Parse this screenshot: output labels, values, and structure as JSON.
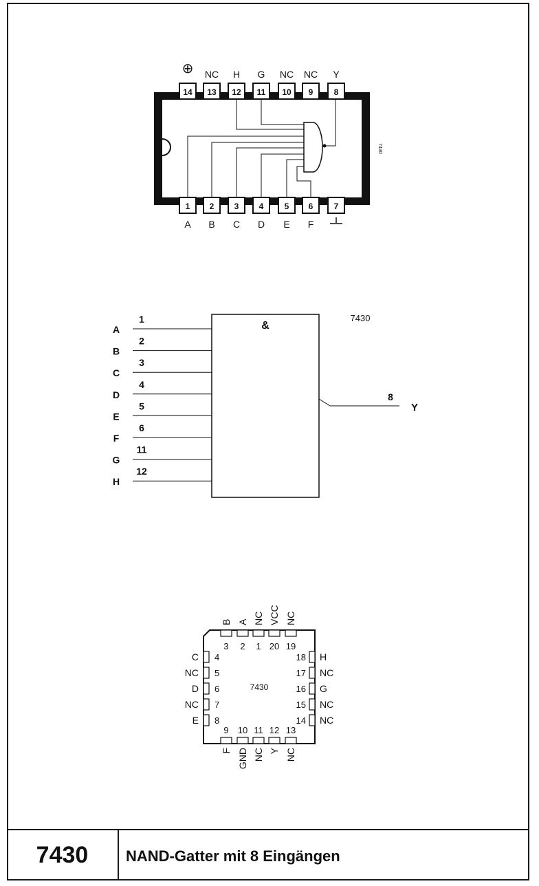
{
  "dip": {
    "chip_label": "7430",
    "power_symbol": "⊕",
    "top_pins": [
      {
        "num": "14",
        "label": ""
      },
      {
        "num": "13",
        "label": "NC"
      },
      {
        "num": "12",
        "label": "H"
      },
      {
        "num": "11",
        "label": "G"
      },
      {
        "num": "10",
        "label": "NC"
      },
      {
        "num": "9",
        "label": "NC"
      },
      {
        "num": "8",
        "label": "Y"
      }
    ],
    "bottom_pins": [
      {
        "num": "1",
        "label": "A"
      },
      {
        "num": "2",
        "label": "B"
      },
      {
        "num": "3",
        "label": "C"
      },
      {
        "num": "4",
        "label": "D"
      },
      {
        "num": "5",
        "label": "E"
      },
      {
        "num": "6",
        "label": "F"
      },
      {
        "num": "7",
        "label": ""
      }
    ]
  },
  "logic": {
    "symbol": "&",
    "chip_label": "7430",
    "inputs": [
      {
        "pin": "1",
        "name": "A"
      },
      {
        "pin": "2",
        "name": "B"
      },
      {
        "pin": "3",
        "name": "C"
      },
      {
        "pin": "4",
        "name": "D"
      },
      {
        "pin": "5",
        "name": "E"
      },
      {
        "pin": "6",
        "name": "F"
      },
      {
        "pin": "11",
        "name": "G"
      },
      {
        "pin": "12",
        "name": "H"
      }
    ],
    "output": {
      "pin": "8",
      "name": "Y"
    }
  },
  "plcc": {
    "chip_label": "7430",
    "top": [
      {
        "num": "3",
        "label": "B"
      },
      {
        "num": "2",
        "label": "A"
      },
      {
        "num": "1",
        "label": "NC"
      },
      {
        "num": "20",
        "label": "VCC"
      },
      {
        "num": "19",
        "label": "NC"
      }
    ],
    "left": [
      {
        "num": "4",
        "label": "C"
      },
      {
        "num": "5",
        "label": "NC"
      },
      {
        "num": "6",
        "label": "D"
      },
      {
        "num": "7",
        "label": "NC"
      },
      {
        "num": "8",
        "label": "E"
      }
    ],
    "right": [
      {
        "num": "18",
        "label": "H"
      },
      {
        "num": "17",
        "label": "NC"
      },
      {
        "num": "16",
        "label": "G"
      },
      {
        "num": "15",
        "label": "NC"
      },
      {
        "num": "14",
        "label": "NC"
      }
    ],
    "bottom": [
      {
        "num": "9",
        "label": "F"
      },
      {
        "num": "10",
        "label": "GND"
      },
      {
        "num": "11",
        "label": "NC"
      },
      {
        "num": "12",
        "label": "Y"
      },
      {
        "num": "13",
        "label": "NC"
      }
    ]
  },
  "footer": {
    "part_number": "7430",
    "description": "NAND-Gatter mit 8 Eingängen"
  }
}
